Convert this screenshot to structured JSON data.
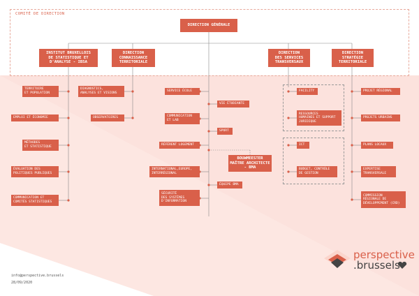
{
  "frame_label": "COMITÉ DE DIRECTION",
  "top": "DIRECTION GÉNÉRALE",
  "heads": {
    "ibsa": "INSTITUT BRUXELLOIS\nDE STATISTIQUE ET\nD'ANALYSE - IBSA",
    "connaissance": "DIRECTION\nCONNAISSANCE\nTERRITORIALE",
    "services": "DIRECTION\nDES SERVICES\nTRANSVERSAUX",
    "strategie": "DIRECTION\nSTRATÉGIE\nTERRITORIALE",
    "bma": "BOUWMEESTER\nMAÎTRE ARCHITECTE\n- BMA"
  },
  "ibsa_items": [
    "TERRITOIRE\nET POPULATION",
    "EMPLOI ET ÉCONOMIE",
    "MÉTHODES\nET STATISTIQUE",
    "ÉVALUATION DES\nPOLITIQUES PUBLIQUES",
    "COMMUNICATION ET\nCOMITÉS STATISTIQUES"
  ],
  "connaissance_items": [
    "DIAGNOSTICS,\nANALYSES ET VISIONS",
    "OBSERVATOIRES"
  ],
  "general_items": [
    "SERVICE ÉCOLE",
    "COMMUNICATION\nET LAB",
    "RÉFÉRENT LOGEMENT",
    "INTERNATIONAL,EUROPE,\nINTERRÉGIONAL",
    "SÉCURITÉ\nDES SYSTÈMES\nD'INFORMATION"
  ],
  "general_right_items": [
    "VIE ÉTUDIANTE",
    "SPORT",
    "ÉQUIPE BMA"
  ],
  "services_items": [
    "FACILITY",
    "RESSOURCES\nHUMAINES ET SUPPORT\nJURIDIQUE",
    "ICT",
    "BUDGET, CONTRÔLE\nDE GESTION"
  ],
  "strategie_items": [
    "PROJET RÉGIONAL",
    "PROJETS URBAINS",
    "PLANS LOCAUX",
    "EXPERTISE\nTRANSVERSALE",
    "COMMISSION\nRÉGIONALE DE\nDÉVELOPPEMENT (CRD)"
  ],
  "footer": {
    "email": "info@perspective.brussels",
    "date": "28/09/2020"
  },
  "logo": {
    "word1": "perspective",
    "word2": ".brussels"
  },
  "colors": {
    "accent": "#d9604a",
    "light": "#fbe3de"
  }
}
